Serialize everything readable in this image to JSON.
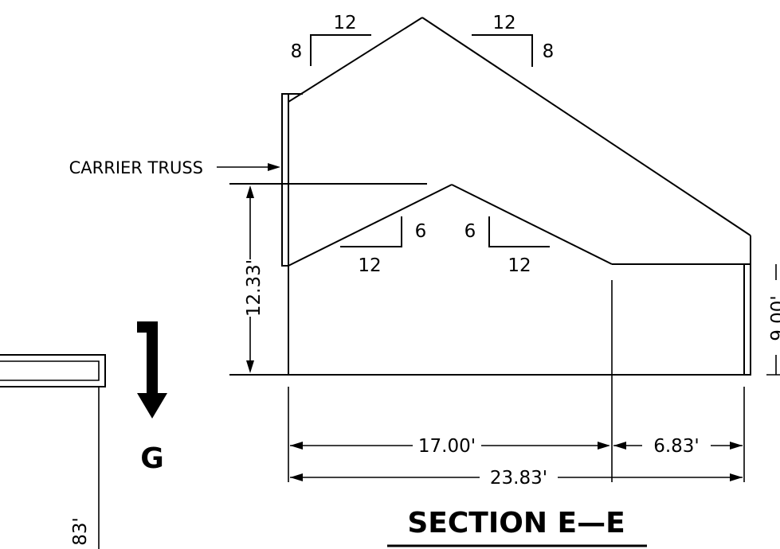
{
  "colors": {
    "ink": "#000000",
    "paper": "#ffffff"
  },
  "labels": {
    "carrier_truss": "CARRIER TRUSS",
    "section_cut": "G",
    "section_title": "SECTION E—E"
  },
  "pitch": {
    "upper_left_rise": "8",
    "upper_left_run": "12",
    "upper_right_rise": "8",
    "upper_right_run": "12",
    "lower_left_rise": "6",
    "lower_left_run": "12",
    "lower_right_rise": "6",
    "lower_right_run": "12"
  },
  "dimensions": {
    "height": "12.33'",
    "span_left": "17.00'",
    "span_right": "6.83'",
    "span_total": "23.83'",
    "right_height_partial": "9.00'",
    "left_partial": "83'"
  }
}
